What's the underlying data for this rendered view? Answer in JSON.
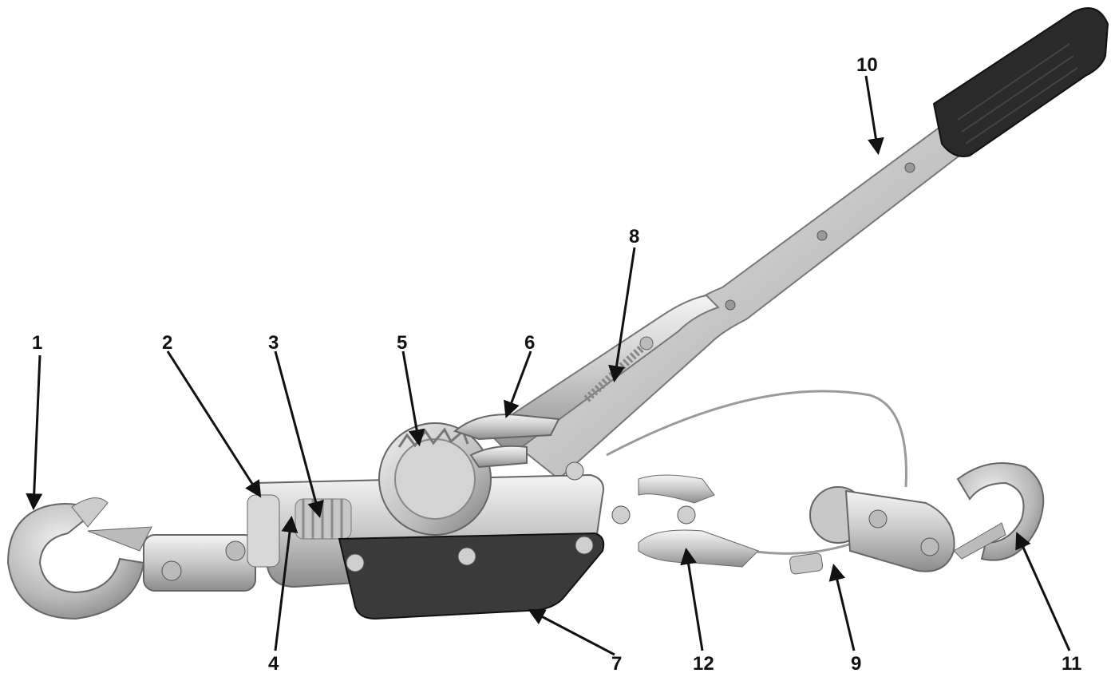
{
  "callouts": [
    {
      "id": 1,
      "label": "1"
    },
    {
      "id": 2,
      "label": "2"
    },
    {
      "id": 3,
      "label": "3"
    },
    {
      "id": 4,
      "label": "4"
    },
    {
      "id": 5,
      "label": "5"
    },
    {
      "id": 6,
      "label": "6"
    },
    {
      "id": 7,
      "label": "7"
    },
    {
      "id": 8,
      "label": "8"
    },
    {
      "id": 9,
      "label": "9"
    },
    {
      "id": 10,
      "label": "10"
    },
    {
      "id": 11,
      "label": "11"
    },
    {
      "id": 12,
      "label": "12"
    }
  ],
  "colors": {
    "metal_light": "#e6e6e6",
    "metal_mid": "#b5b5b5",
    "metal_dark": "#7a7a7a",
    "rubber": "#2a2a2a",
    "arrow": "#111111"
  }
}
